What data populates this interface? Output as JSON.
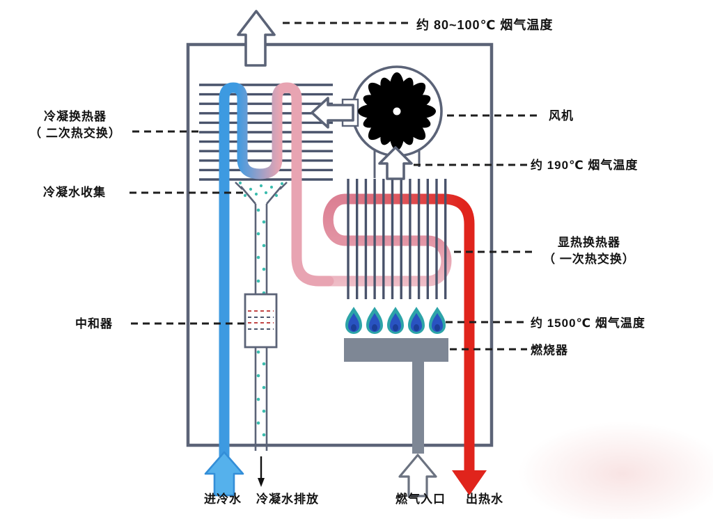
{
  "labels": {
    "flue_out": "约 80~100℃ 烟气温度",
    "condensing_hx_line1": "冷凝换热器",
    "condensing_hx_line2": "（ 二次热交换）",
    "condensate_collect": "冷凝水收集",
    "neutralizer": "中和器",
    "fan": "风机",
    "flue_190": "约 190℃ 烟气温度",
    "sensible_hx_line1": "显热换热器",
    "sensible_hx_line2": "（ 一次热交换）",
    "flue_1500": "约 1500℃ 烟气温度",
    "burner": "燃烧器",
    "cold_in": "进冷水",
    "condensate_drain": "冷凝水排放",
    "gas_in": "燃气入口",
    "hot_out": "出热水"
  },
  "colors": {
    "outline": "#5b6377",
    "fin": "#49536b",
    "blue": "#3d9ae1",
    "blue_light": "#55b1ec",
    "blue_mid": "#338ed8",
    "pink": "#e8a4b2",
    "pink_light": "#eebcc6",
    "pink_mid": "#e293a3",
    "pink_deep": "#dc8093",
    "red": "#e0241c",
    "burner_gray": "#7e8795",
    "arrow_gray": "#6b7280",
    "teal": "#2da4a8",
    "flame_blue": "#2953c1",
    "flame_navy": "#1c3e97",
    "drop": "#3cbcae",
    "dash_red": "#c24545",
    "leader": "#1d1d1d",
    "text": "#131313"
  }
}
